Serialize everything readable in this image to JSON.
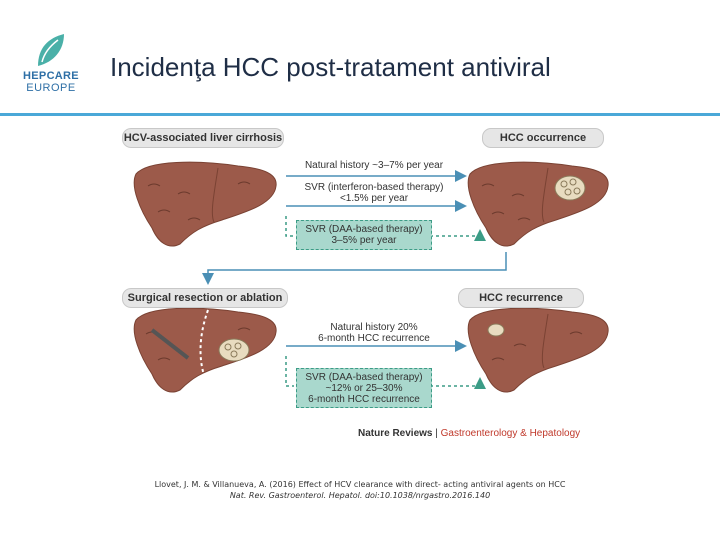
{
  "logo": {
    "line1": "HEPCARE",
    "line2": "EUROPE",
    "icon": "leaf-icon"
  },
  "slide": {
    "title": "Incidenţa HCC post-tratament antiviral"
  },
  "figure": {
    "top_left_label": "HCV-associated liver cirrhosis",
    "top_right_label": "HCC occurrence",
    "bottom_left_label": "Surgical resection or ablation",
    "bottom_right_label": "HCC recurrence",
    "top_natural": "Natural history ~3–7% per year",
    "top_svr_ifn_1": "SVR (interferon-based therapy)",
    "top_svr_ifn_2": "<1.5% per year",
    "top_svr_daa_1": "SVR (DAA-based therapy)",
    "top_svr_daa_2": "3–5% per year",
    "bottom_natural_1": "Natural history 20%",
    "bottom_natural_2": "6-month HCC recurrence",
    "bottom_svr_1": "SVR (DAA-based therapy)",
    "bottom_svr_2": "~12% or 25–30%",
    "bottom_svr_3": "6-month HCC recurrence",
    "credit_publisher": "Nature Reviews",
    "credit_sep": " | ",
    "credit_journal": "Gastroenterology & Hepatology"
  },
  "reference": {
    "line1": "Llovet, J. M. & Villanueva, A. (2016) Effect of HCV clearance with direct- acting antiviral agents on HCC",
    "line2": "Nat. Rev. Gastroenterol. Hepatol. doi:10.1038/nrgastro.2016.140"
  },
  "colors": {
    "liver": "#9c5a4a",
    "teal": "#a9d8cd",
    "arrow": "#4a8fb5",
    "rule": "#4aa8d8"
  }
}
